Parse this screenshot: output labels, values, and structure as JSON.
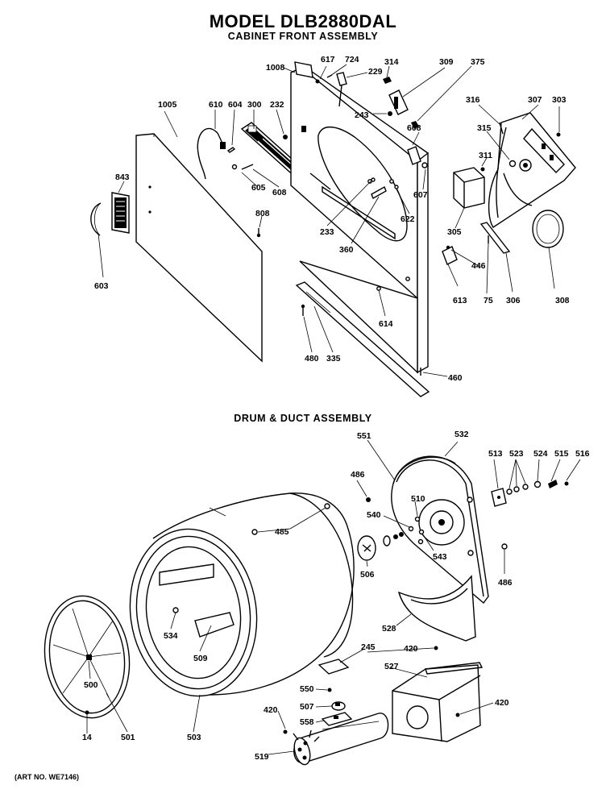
{
  "titles": {
    "model": "MODEL DLB2880DAL",
    "cabinet": "CABINET FRONT ASSEMBLY",
    "drum": "DRUM & DUCT ASSEMBLY",
    "art_no": "(ART NO. WE7146)"
  },
  "callouts": {
    "p1008": "1008",
    "p617": "617",
    "p724": "724",
    "p229": "229",
    "p314": "314",
    "p309": "309",
    "p375": "375",
    "p316": "316",
    "p307": "307",
    "p303": "303",
    "p1005": "1005",
    "p610": "610",
    "p604": "604",
    "p300": "300",
    "p232": "232",
    "p243": "243",
    "p608a": "608",
    "p315": "315",
    "p311": "311",
    "p843": "843",
    "p605": "605",
    "p608b": "608",
    "p607": "607",
    "p808": "808",
    "p233": "233",
    "p622": "622",
    "p305": "305",
    "p360": "360",
    "p308": "308",
    "p446": "446",
    "p603": "603",
    "p613": "613",
    "p75": "75",
    "p306": "306",
    "p614": "614",
    "p480": "480",
    "p335": "335",
    "p460": "460",
    "p551": "551",
    "p532": "532",
    "p513": "513",
    "p523": "523",
    "p524": "524",
    "p515": "515",
    "p516": "516",
    "p486a": "486",
    "p510": "510",
    "p485": "485",
    "p540": "540",
    "p543": "543",
    "p506": "506",
    "p486b": "486",
    "p534": "534",
    "p509": "509",
    "p528": "528",
    "p245": "245",
    "p420a": "420",
    "p527": "527",
    "p500": "500",
    "p550": "550",
    "p507": "507",
    "p420b": "420",
    "p420c": "420",
    "p558": "558",
    "p14": "14",
    "p501": "501",
    "p503": "503",
    "p519": "519"
  }
}
